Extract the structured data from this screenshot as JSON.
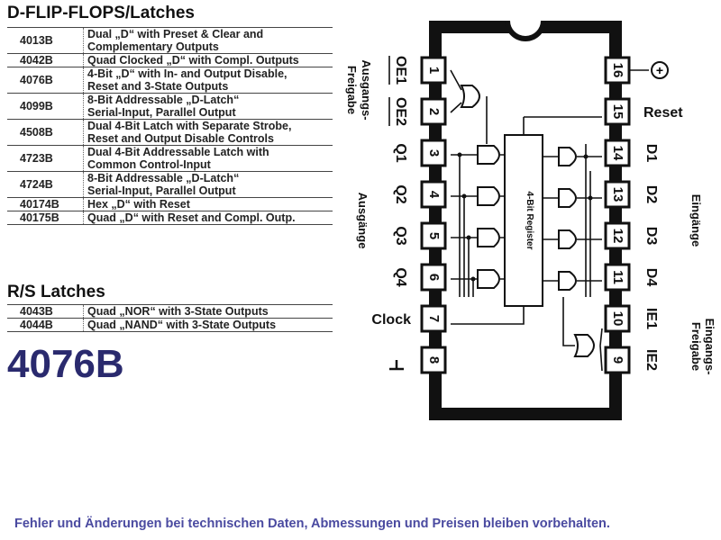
{
  "header": {
    "title": "D-FLIP-FLOPS/Latches"
  },
  "dff_table": [
    {
      "code": "4013B",
      "lines": [
        "Dual „D“ with Preset & Clear and",
        "Complementary Outputs"
      ]
    },
    {
      "code": "4042B",
      "lines": [
        "Quad Clocked „D“ with Compl. Outputs"
      ]
    },
    {
      "code": "4076B",
      "lines": [
        "4-Bit „D“ with In- and Output Disable,",
        "Reset and 3-State Outputs"
      ]
    },
    {
      "code": "4099B",
      "lines": [
        "8-Bit Addressable „D-Latch“",
        "Serial-Input, Parallel Output"
      ]
    },
    {
      "code": "4508B",
      "lines": [
        "Dual 4-Bit Latch with Separate Strobe,",
        "Reset and Output Disable Controls"
      ]
    },
    {
      "code": "4723B",
      "lines": [
        "Dual 4-Bit Addressable Latch with",
        "Common Control-Input"
      ]
    },
    {
      "code": "4724B",
      "lines": [
        "8-Bit Addressable „D-Latch“",
        "Serial-Input, Parallel Output"
      ]
    },
    {
      "code": "40174B",
      "lines": [
        "Hex „D“ with Reset"
      ]
    },
    {
      "code": "40175B",
      "lines": [
        "Quad „D“ with Reset and Compl. Outp."
      ]
    }
  ],
  "rs_section": {
    "title": "R/S Latches"
  },
  "rs_table": [
    {
      "code": "4043B",
      "lines": [
        "Quad „NOR“ with 3-State Outputs"
      ]
    },
    {
      "code": "4044B",
      "lines": [
        "Quad „NAND“ with 3-State Outputs"
      ]
    }
  ],
  "part_number": "4076B",
  "footer": "Fehler und Änderungen bei technischen Daten, Abmessungen und Preisen bleiben vorbehalten.",
  "chip": {
    "left_pins": [
      {
        "num": "1",
        "label": "OE1"
      },
      {
        "num": "2",
        "label": "OE2"
      },
      {
        "num": "3",
        "label": "Q1"
      },
      {
        "num": "4",
        "label": "Q2"
      },
      {
        "num": "5",
        "label": "Q3"
      },
      {
        "num": "6",
        "label": "Q4"
      },
      {
        "num": "7",
        "label": "Clock"
      },
      {
        "num": "8",
        "label": ""
      }
    ],
    "right_pins": [
      {
        "num": "16",
        "label": ""
      },
      {
        "num": "15",
        "label": "Reset"
      },
      {
        "num": "14",
        "label": "D1"
      },
      {
        "num": "13",
        "label": "D2"
      },
      {
        "num": "12",
        "label": "D3"
      },
      {
        "num": "11",
        "label": "D4"
      },
      {
        "num": "10",
        "label": "IE1"
      },
      {
        "num": "9",
        "label": "IE2"
      }
    ],
    "register_label": "4-Bit Register",
    "vdd_symbol": "+",
    "side_labels": {
      "output_enable": [
        "Ausgangs-",
        "Freigabe"
      ],
      "outputs": "Ausgänge",
      "inputs": "Eingänge",
      "input_enable": [
        "Eingangs-",
        "Freigabe"
      ]
    }
  }
}
